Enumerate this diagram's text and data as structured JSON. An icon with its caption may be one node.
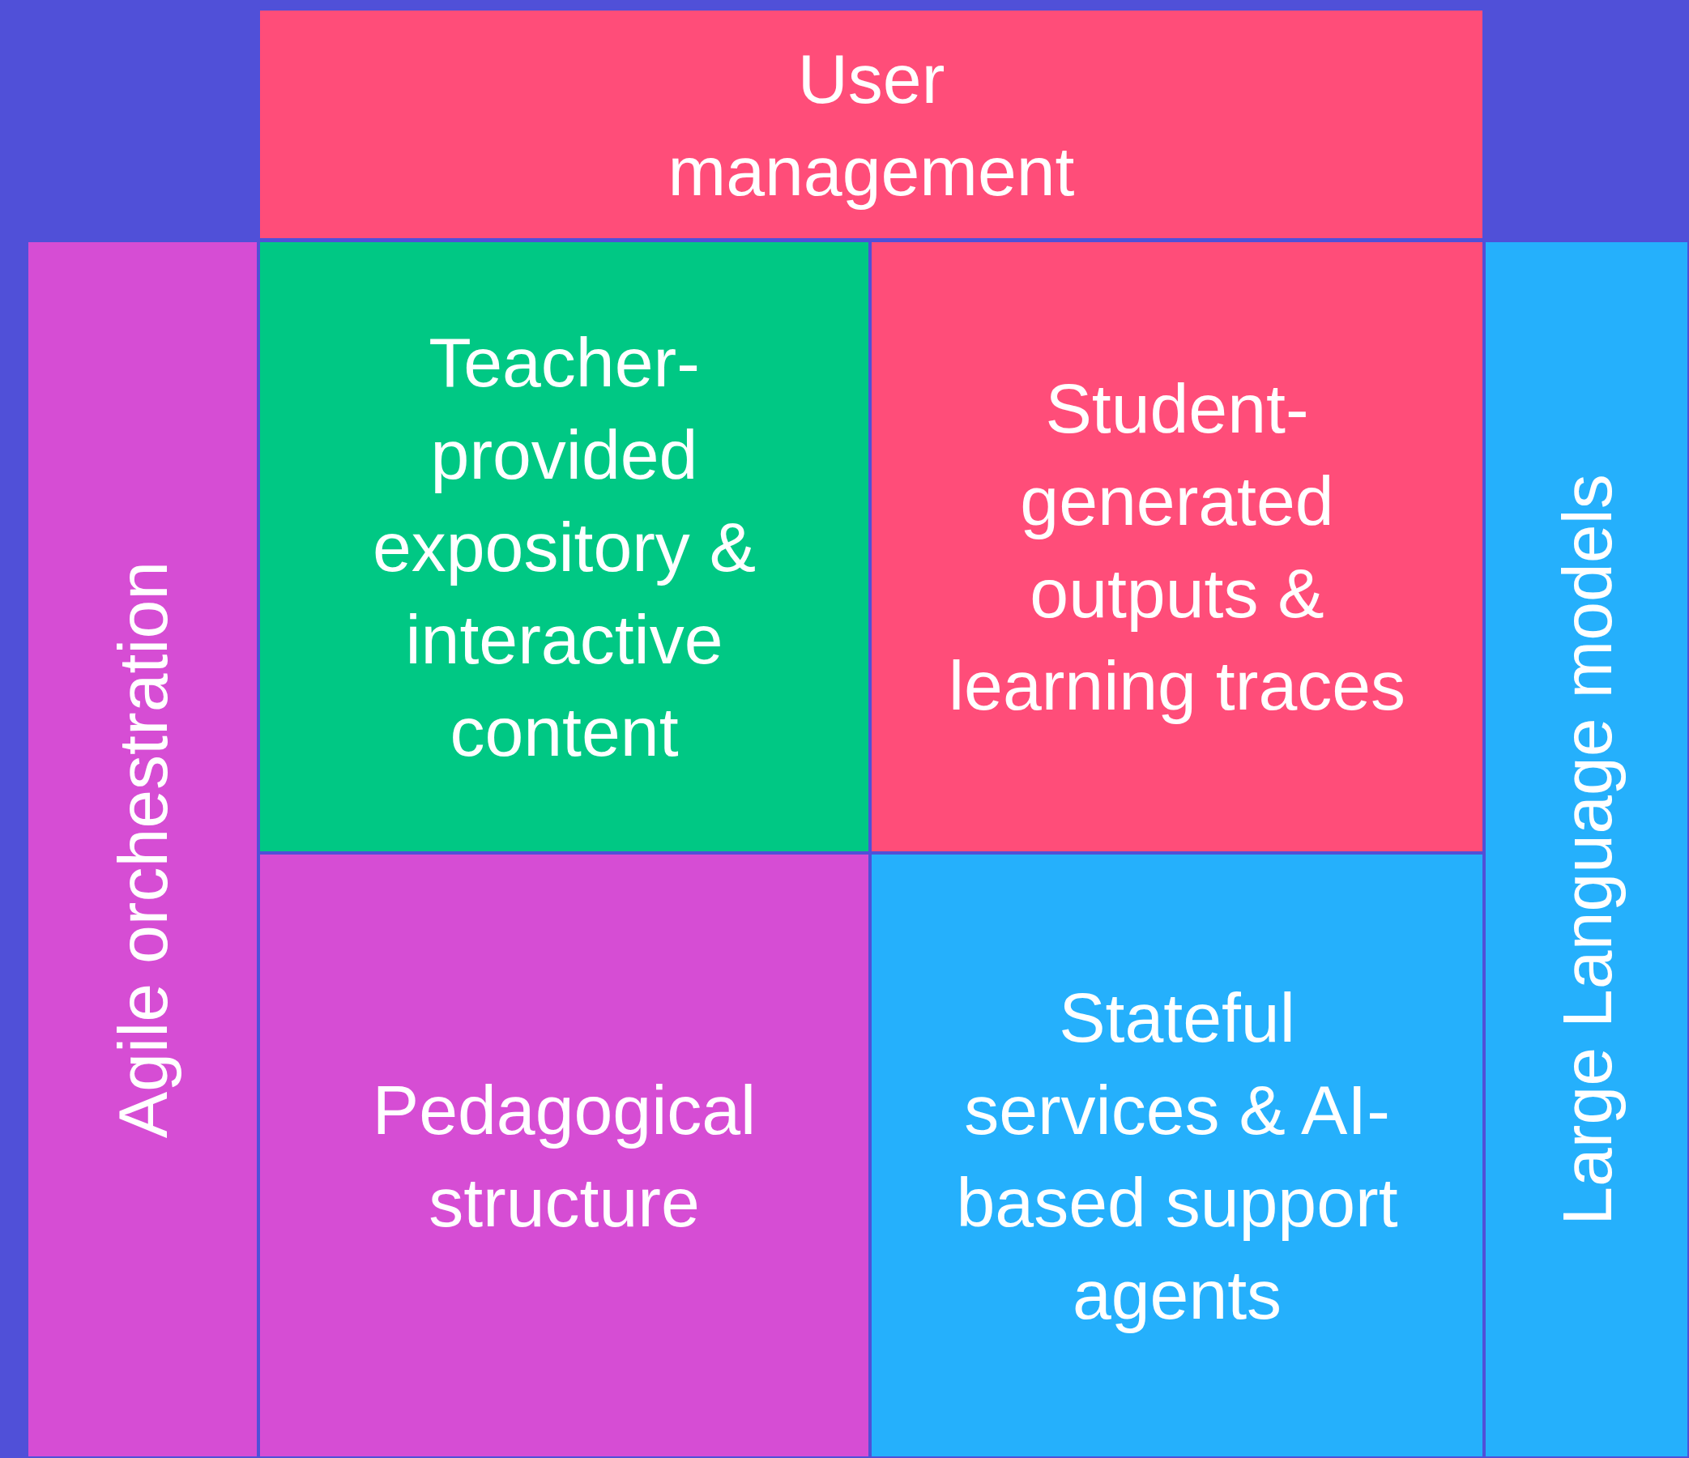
{
  "diagram": {
    "nodes": [
      {
        "text": [
          "User management"
        ]
      },
      {
        "text": [
          "Agile orchestration"
        ]
      },
      {
        "text": [
          "Teacher-provided expository & interactive content"
        ]
      },
      {
        "text": [
          "Student-generated outputs & learning traces"
        ]
      },
      {
        "text": [
          "Pedagogical structure"
        ]
      },
      {
        "text": [
          "Stateful services & AI-based support agents"
        ]
      },
      {
        "text": [
          "Large Language models"
        ]
      }
    ]
  }
}
